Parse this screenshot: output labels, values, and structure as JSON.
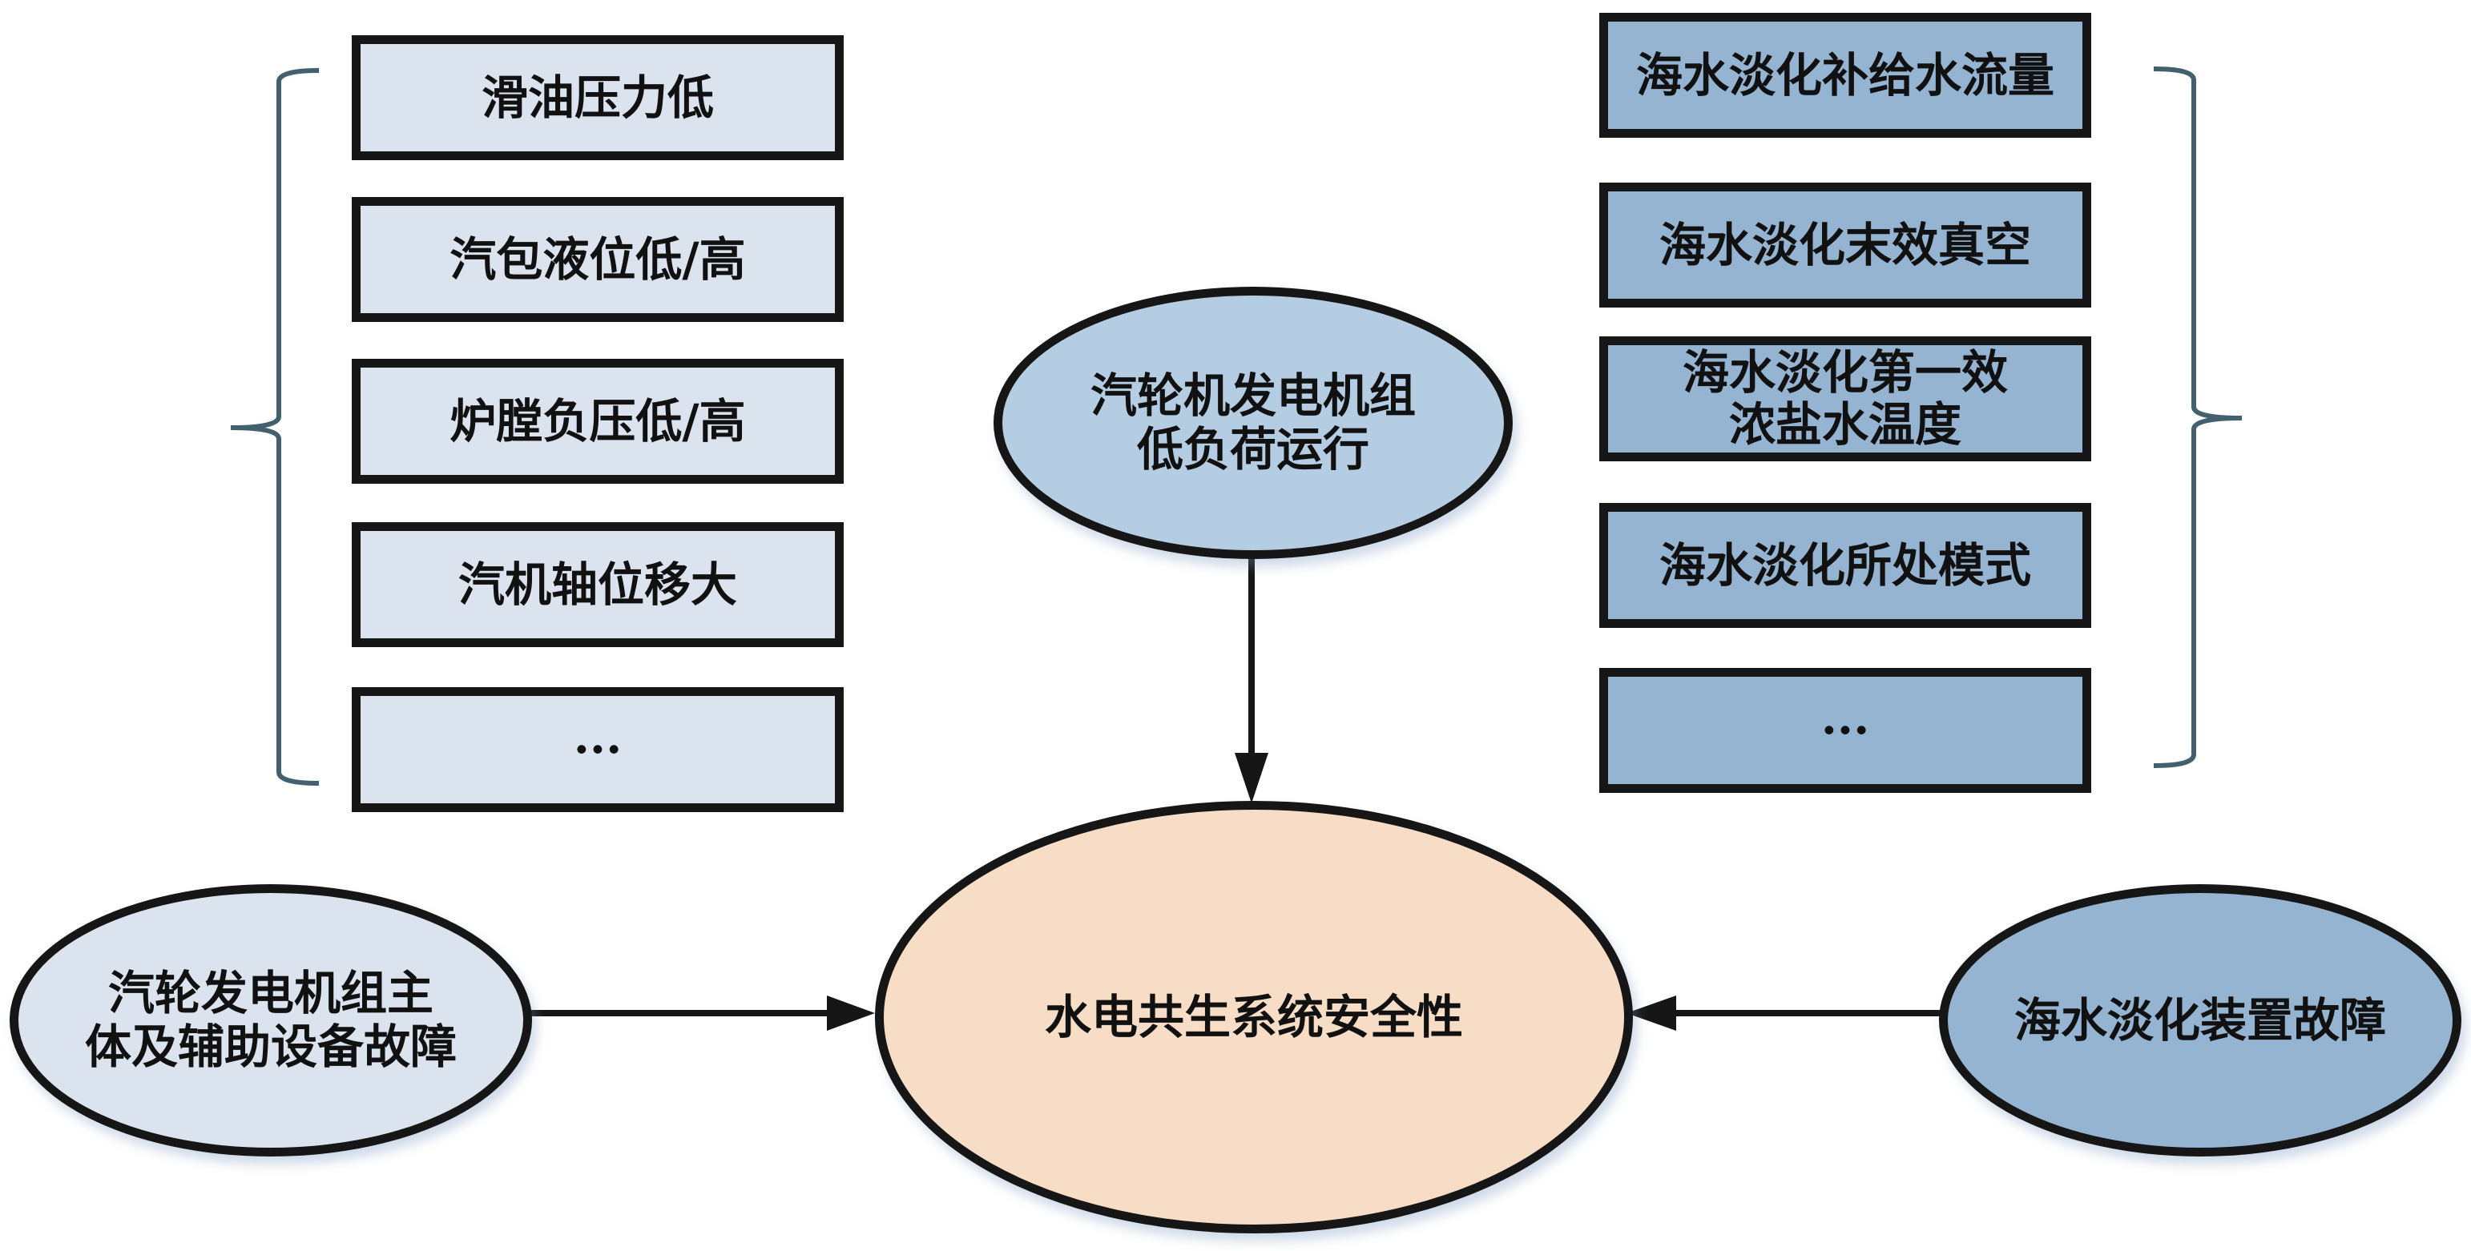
{
  "diagram": {
    "left_group": {
      "items": [
        "滑油压力低",
        "汽包液位低/高",
        "炉膛负压低/高",
        "汽机轴位移大",
        "···"
      ],
      "fill_color": "#dbe3ee"
    },
    "right_group": {
      "items": [
        "海水淡化补给水流量",
        "海水淡化末效真空",
        "海水淡化第一效\n浓盐水温度",
        "海水淡化所处模式",
        "···"
      ],
      "fill_color": "#94b4d2"
    },
    "nodes": {
      "top": {
        "label": "汽轮机发电机组\n低负荷运行",
        "fill_color": "#b5cde2"
      },
      "left": {
        "label": "汽轮发电机组主\n体及辅助设备故障",
        "fill_color": "#dbe3ee"
      },
      "right": {
        "label": "海水淡化装置故障",
        "fill_color": "#94b4d2"
      },
      "center": {
        "label": "水电共生系统安全性",
        "fill_color": "#f7dcc6"
      }
    },
    "edges": [
      {
        "from": "top",
        "to": "center"
      },
      {
        "from": "left",
        "to": "center"
      },
      {
        "from": "right",
        "to": "center"
      }
    ],
    "brace_color": "#43606f",
    "stroke_color": "#161616"
  }
}
